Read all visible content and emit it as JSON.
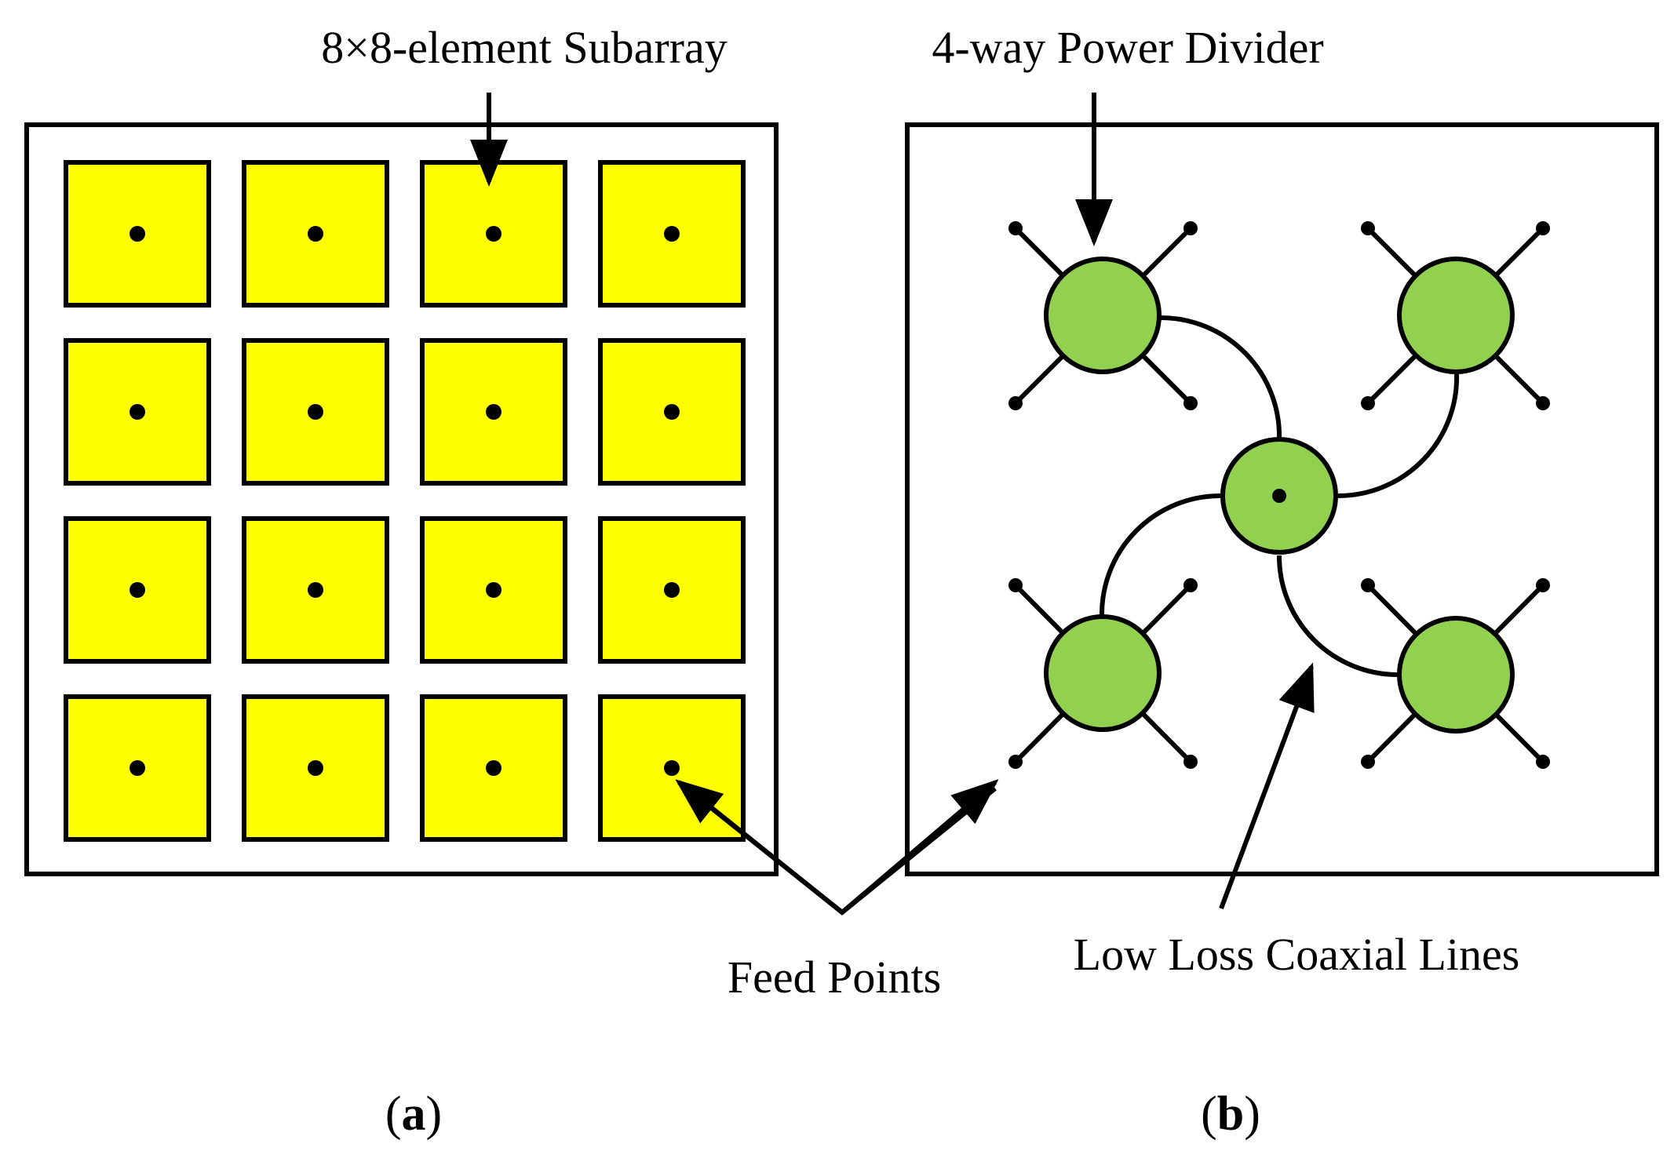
{
  "labels": {
    "subarray": "8×8-element Subarray",
    "divider": "4-way Power Divider",
    "feed_points": "Feed Points",
    "coax": "Low Loss Coaxial Lines"
  },
  "captions": {
    "a": {
      "open": "(",
      "letter": "a",
      "close": ")"
    },
    "b": {
      "open": "(",
      "letter": "b",
      "close": ")"
    }
  },
  "panel_a": {
    "rows": 4,
    "cols": 4
  },
  "colors": {
    "subarray_fill": "#ffff00",
    "divider_fill": "#92d050",
    "stroke": "#000000"
  }
}
